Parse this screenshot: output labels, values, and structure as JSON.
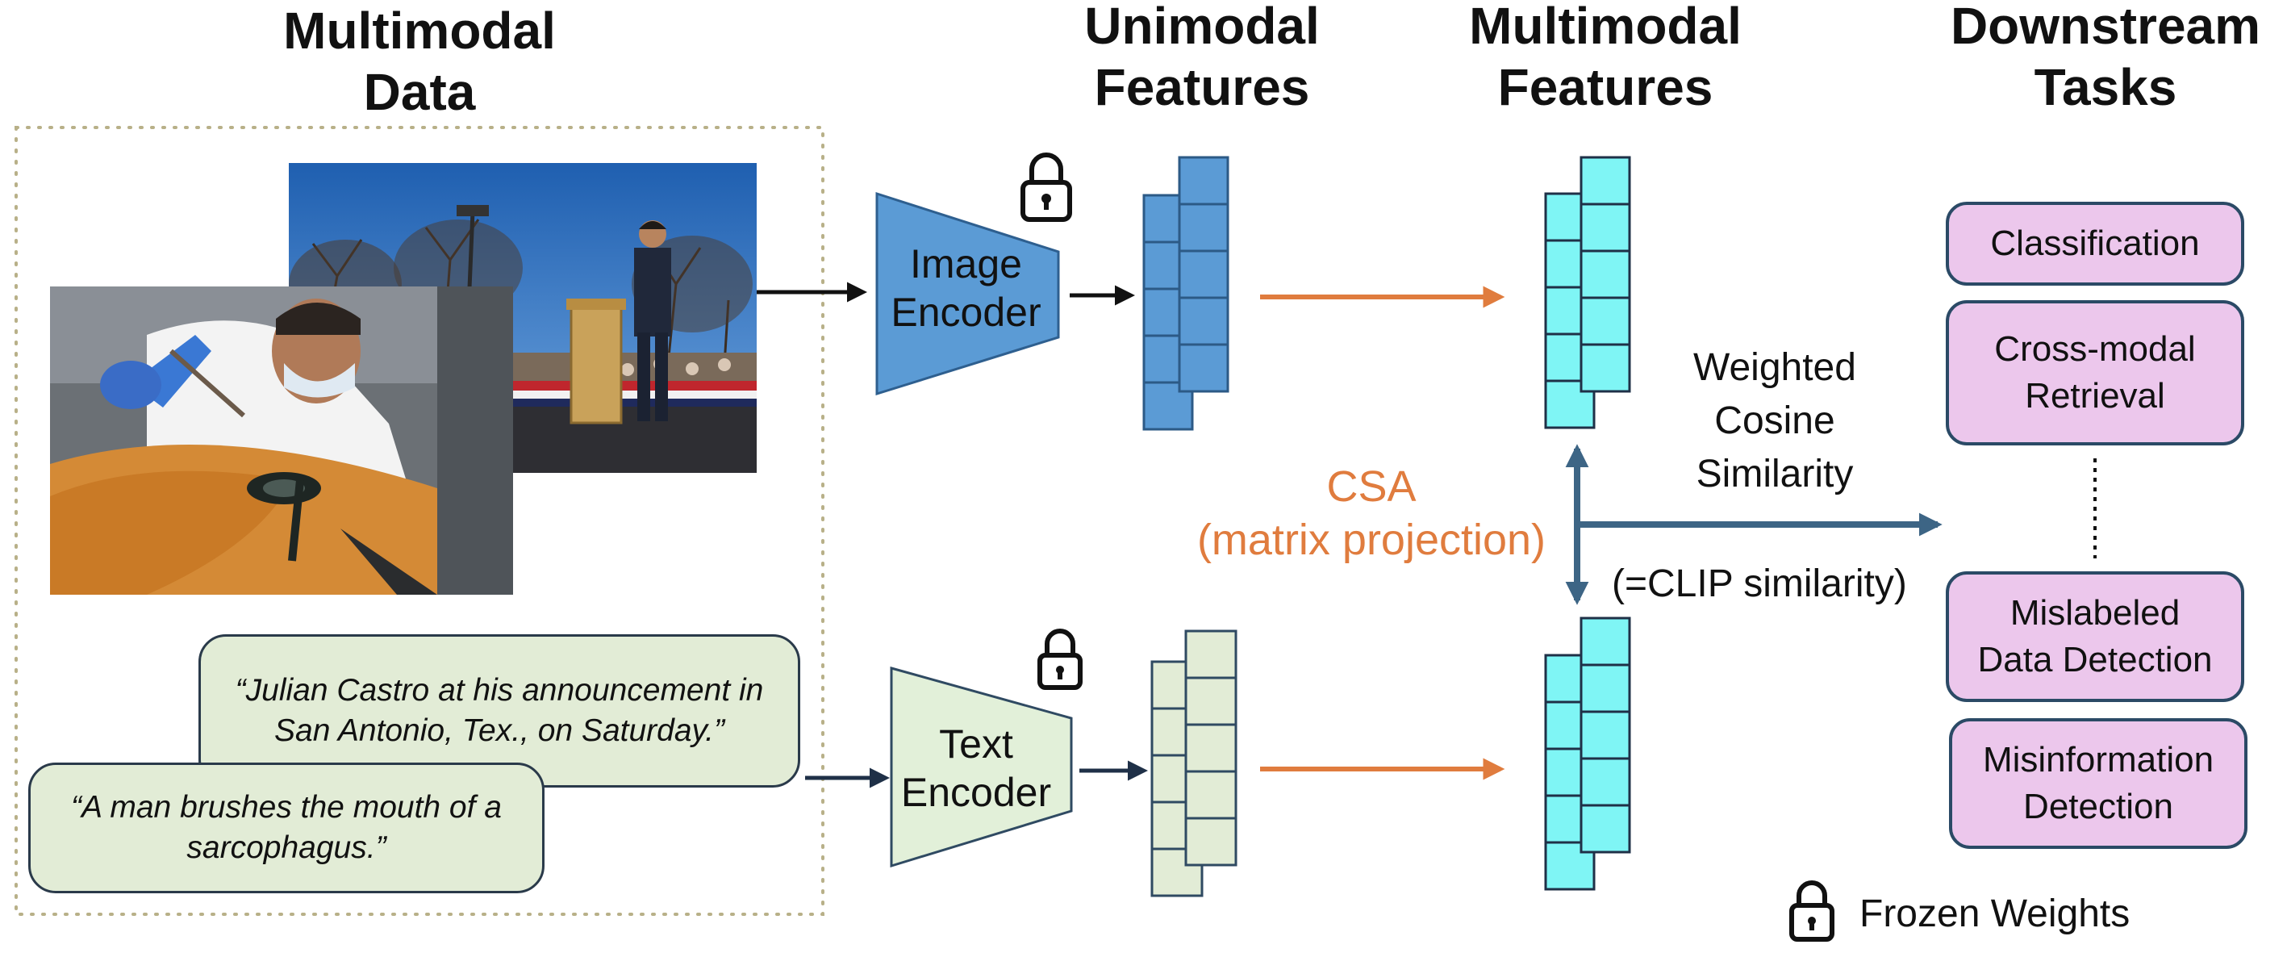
{
  "headers": {
    "multimodal_data": [
      "Multimodal",
      "Data"
    ],
    "unimodal_features": [
      "Unimodal",
      "Features"
    ],
    "multimodal_features": [
      "Multimodal",
      "Features"
    ],
    "downstream_tasks": [
      "Downstream",
      "Tasks"
    ]
  },
  "encoders": {
    "image": [
      "Image",
      "Encoder"
    ],
    "text": [
      "Text",
      "Encoder"
    ]
  },
  "captions": {
    "back": "“Julian Castro at his announcement in San Antonio, Tex., on Saturday.”",
    "front": "“A man brushes the mouth of a sarcophagus.”"
  },
  "csa": [
    "CSA",
    "(matrix projection)"
  ],
  "similarity": {
    "lines": [
      "Weighted",
      "Cosine",
      "Similarity"
    ],
    "clip": "(=CLIP similarity)"
  },
  "tasks": [
    [
      "Classification"
    ],
    [
      "Cross-modal",
      "Retrieval"
    ],
    [
      "Mislabeled",
      "Data Detection"
    ],
    [
      "Misinformation",
      "Detection"
    ]
  ],
  "legend": {
    "frozen": "Frozen Weights"
  },
  "colors": {
    "image_encoder": "#5b9bd5",
    "text_encoder": "#e2f0d9",
    "image_features": "#5b9bd5",
    "text_features": "#e2ecd6",
    "multimodal_features": "#7ff5f5",
    "csa_arrow": "#e07c3e",
    "similarity_arrow": "#3d6585",
    "task_box": "#ecc7ec"
  }
}
